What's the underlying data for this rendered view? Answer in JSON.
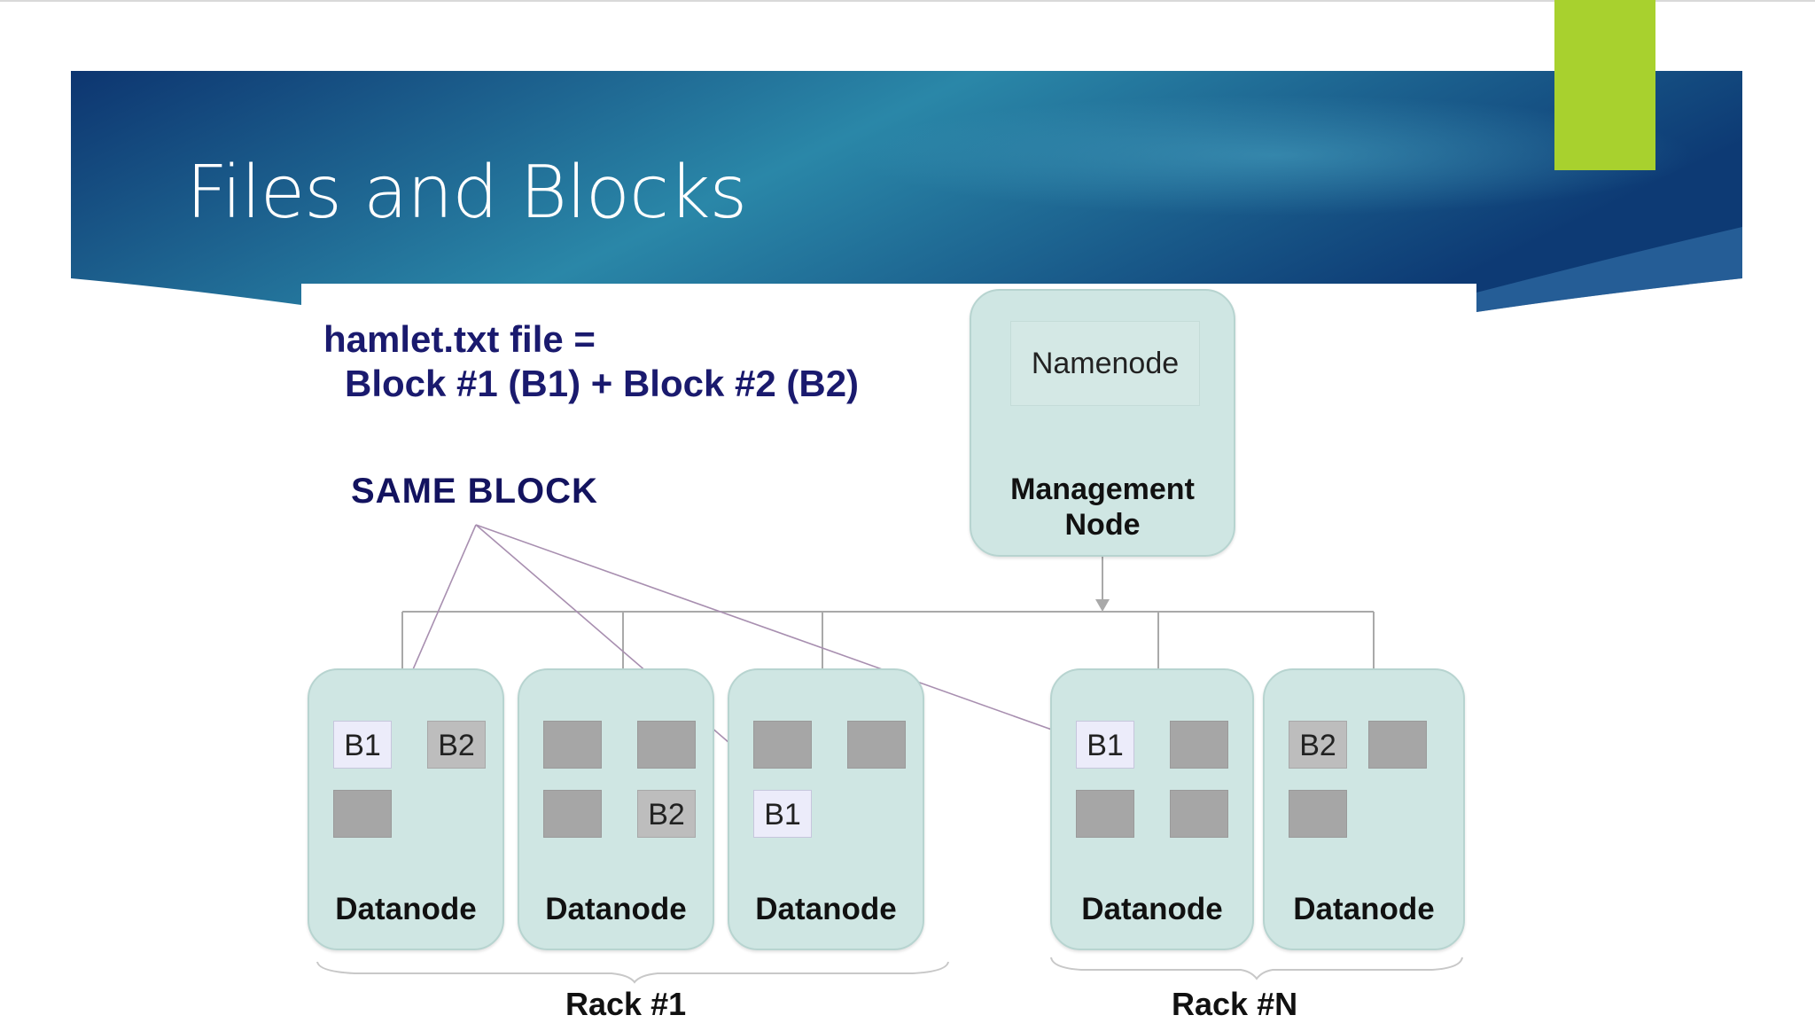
{
  "title": "Files and Blocks",
  "formula": {
    "line1": "hamlet.txt file =",
    "line2": "Block #1 (B1) + Block #2 (B2)"
  },
  "same_block_label": "SAME BLOCK",
  "management": {
    "inner_label": "Namenode",
    "label_line1": "Management",
    "label_line2": "Node"
  },
  "datanode_label": "Datanode",
  "block_labels": {
    "b1": "B1",
    "b2": "B2"
  },
  "racks": [
    "Rack #1",
    "Rack #N"
  ],
  "colors": {
    "banner_dark": "#0d3570",
    "banner_mid": "#2a87a8",
    "accent_green": "#a8d12e",
    "node_fill": "#cfe6e3",
    "label_navy": "#1a1a6e"
  }
}
